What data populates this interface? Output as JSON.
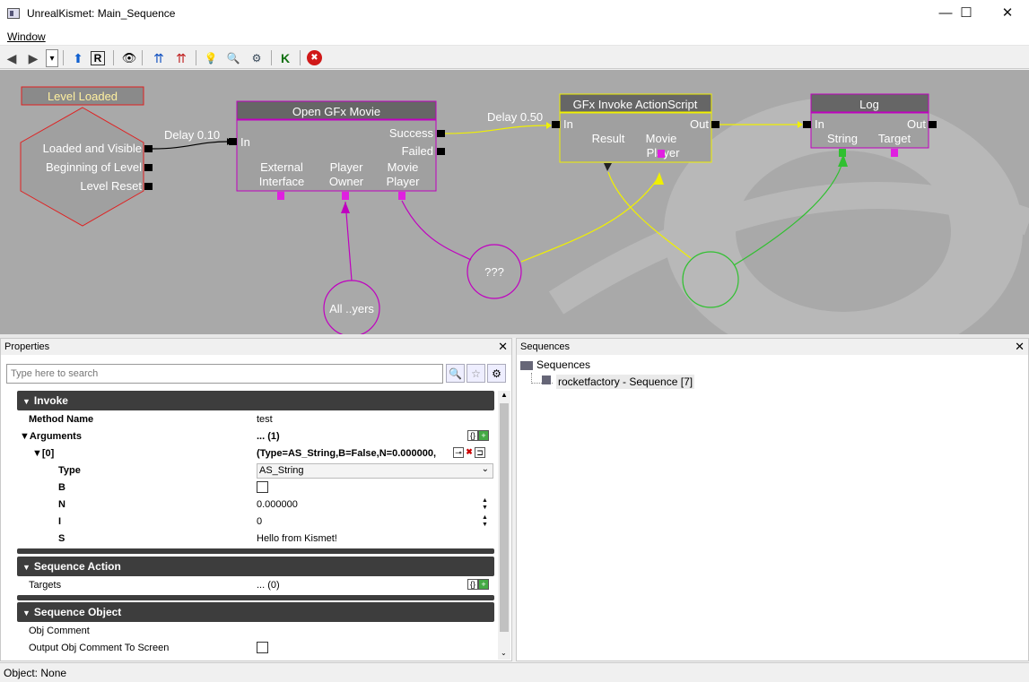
{
  "window": {
    "title": "UnrealKismet: Main_Sequence",
    "minimize": "—",
    "maximize": "☐",
    "close": "✕"
  },
  "menu": {
    "window": "Window"
  },
  "toolbar": {
    "back": "◀",
    "forward": "▶",
    "dropdown": "▾",
    "up": "⬆",
    "root": "R",
    "view": "👁",
    "collapse1": "⇈",
    "collapse2": "⇈",
    "hint": "💡",
    "find": "🔍",
    "search": "⚙",
    "kismet": "K",
    "stop": "✖"
  },
  "graph": {
    "event": {
      "title": "Level Loaded",
      "outputs": [
        "Loaded and Visible",
        "Beginning of Level",
        "Level Reset"
      ]
    },
    "open_gfx": {
      "title": "Open GFx Movie",
      "input": "In",
      "outputs": [
        "Success",
        "Failed"
      ],
      "vars": [
        "External Interface",
        "Player Owner",
        "Movie Player"
      ],
      "var_lines": [
        [
          "External",
          "Interface"
        ],
        [
          "Player",
          "Owner"
        ],
        [
          "Movie",
          "Player"
        ]
      ]
    },
    "invoke": {
      "title": "GFx Invoke ActionScript",
      "input": "In",
      "output": "Out",
      "vars": [
        [
          "Result"
        ],
        [
          "Movie",
          "Player"
        ]
      ]
    },
    "log": {
      "title": "Log",
      "input": "In",
      "output": "Out",
      "vars": [
        "String",
        "Target"
      ]
    },
    "delay1": "Delay 0.10",
    "delay2": "Delay 0.50",
    "var_all_players": "All ..yers",
    "var_unknown": "???"
  },
  "properties": {
    "title": "Properties",
    "search_placeholder": "Type here to search",
    "categories": {
      "invoke": "Invoke",
      "sequence_action": "Sequence Action",
      "sequence_object": "Sequence Object"
    },
    "rows": {
      "method_name_label": "Method Name",
      "method_name_value": "test",
      "arguments_label": "Arguments",
      "arguments_value": "... (1)",
      "arg0_label": "[0]",
      "arg0_value": "(Type=AS_String,B=False,N=0.000000,",
      "type_label": "Type",
      "type_value": "AS_String",
      "b_label": "B",
      "n_label": "N",
      "n_value": "0.000000",
      "i_label": "I",
      "i_value": "0",
      "s_label": "S",
      "s_value": "Hello from Kismet!",
      "targets_label": "Targets",
      "targets_value": "... (0)",
      "obj_comment_label": "Obj Comment",
      "output_comment_label": "Output Obj Comment To Screen"
    }
  },
  "sequences": {
    "title": "Sequences",
    "root": "Sequences",
    "child": "rocketfactory - Sequence [7]"
  },
  "status": {
    "text": "Object: None"
  },
  "colors": {
    "pink": "#c000c0",
    "yellow": "#f0f000",
    "green": "#30c030",
    "red": "#e02020",
    "canvas": "#a9a9a9"
  }
}
